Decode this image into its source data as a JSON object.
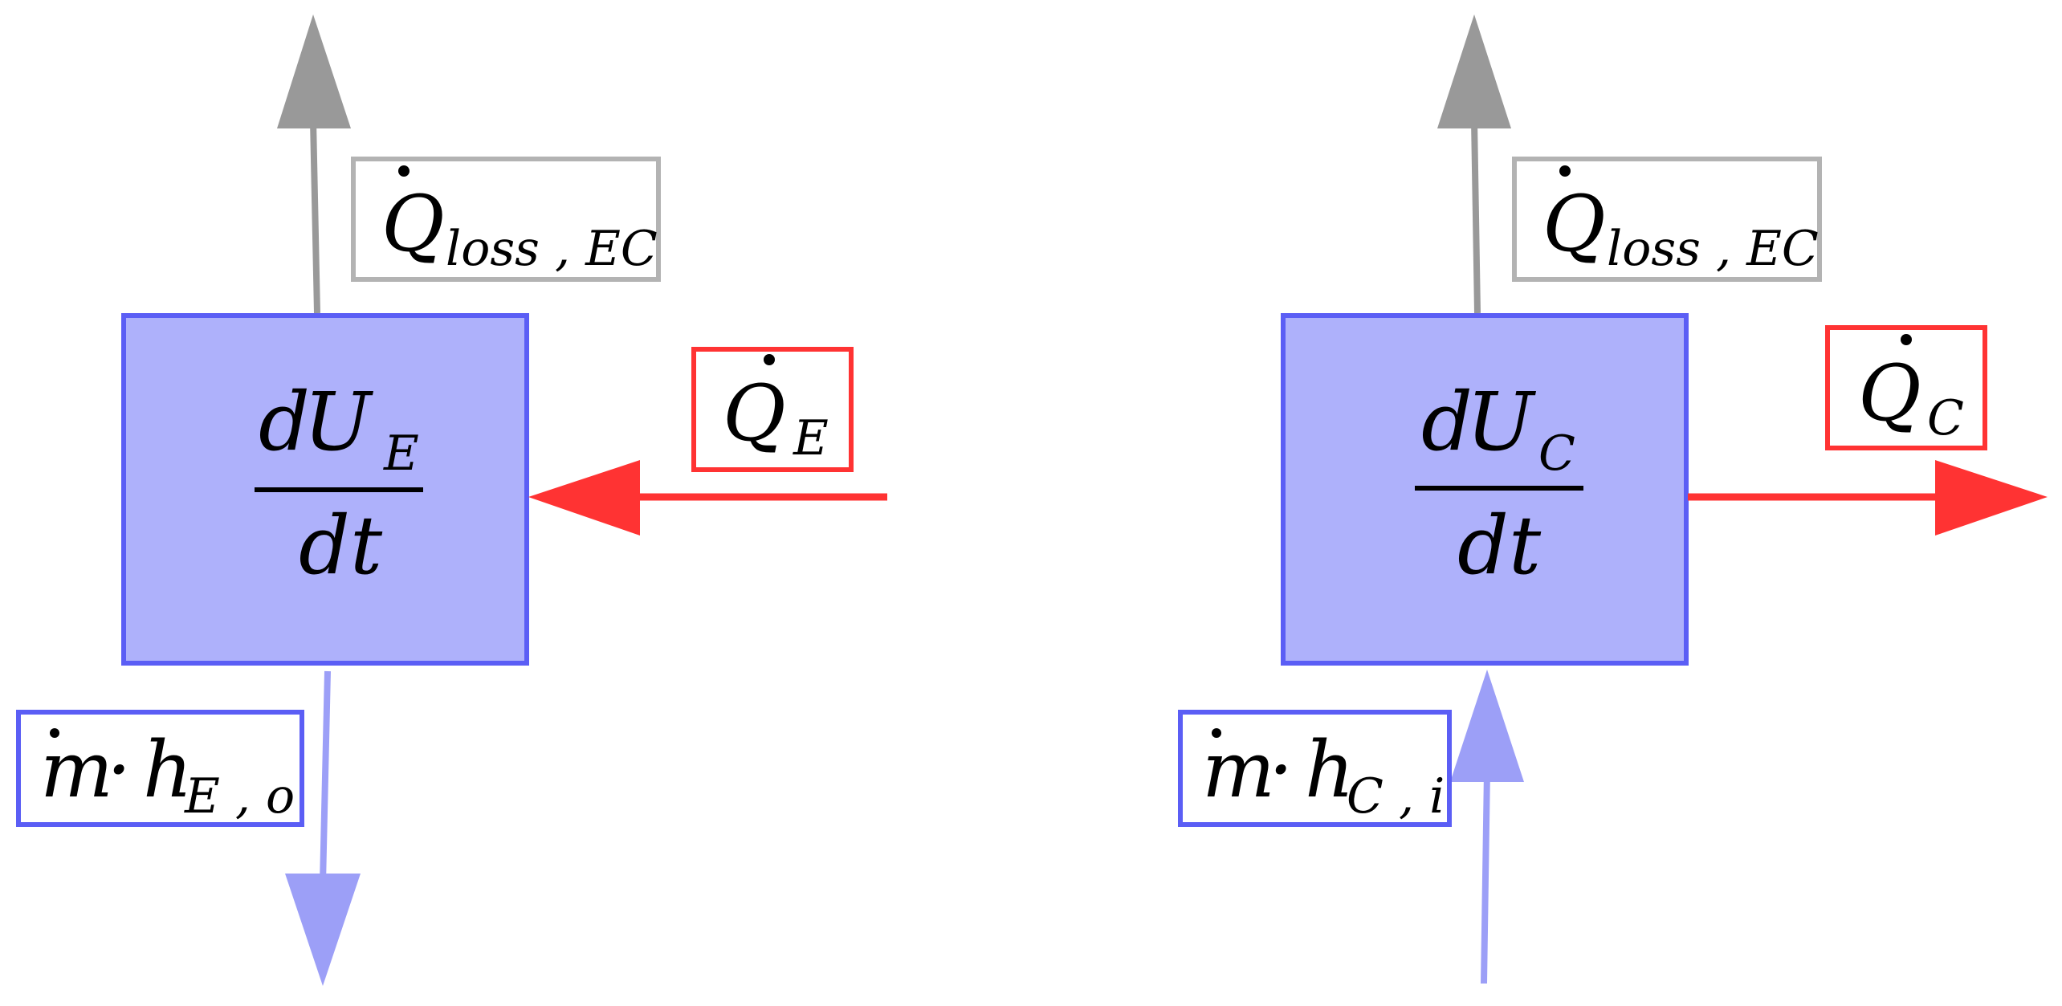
{
  "colors": {
    "background": "#ffffff",
    "box_fill": "#aeb1fb",
    "box_stroke": "#5b5ef5",
    "mass_flow_arrow": "#9c9ff7",
    "heat_arrow": "#ff3333",
    "heat_label_stroke": "#ff3333",
    "loss_arrow": "#999999",
    "loss_label_stroke": "#b3b3b3",
    "text": "#000000"
  },
  "evaporator": {
    "energy_fraction": {
      "numerator_d": "d",
      "numerator_var": "U",
      "numerator_sub": "E",
      "denominator": "dt"
    },
    "heat_loss_label": {
      "symbol": "Q",
      "subscript": "loss , EC"
    },
    "heat_input_label": {
      "symbol": "Q",
      "subscript": "E"
    },
    "enthalpy_flow_label": {
      "mass": "m",
      "dot_operator": "·",
      "enthalpy": "h",
      "subscript": "E , o"
    }
  },
  "condenser": {
    "energy_fraction": {
      "numerator_d": "d",
      "numerator_var": "U",
      "numerator_sub": "C",
      "denominator": "dt"
    },
    "heat_loss_label": {
      "symbol": "Q",
      "subscript": "loss , EC"
    },
    "heat_output_label": {
      "symbol": "Q",
      "subscript": "C"
    },
    "enthalpy_flow_label": {
      "mass": "m",
      "dot_operator": "·",
      "enthalpy": "h",
      "subscript": "C , i"
    }
  }
}
